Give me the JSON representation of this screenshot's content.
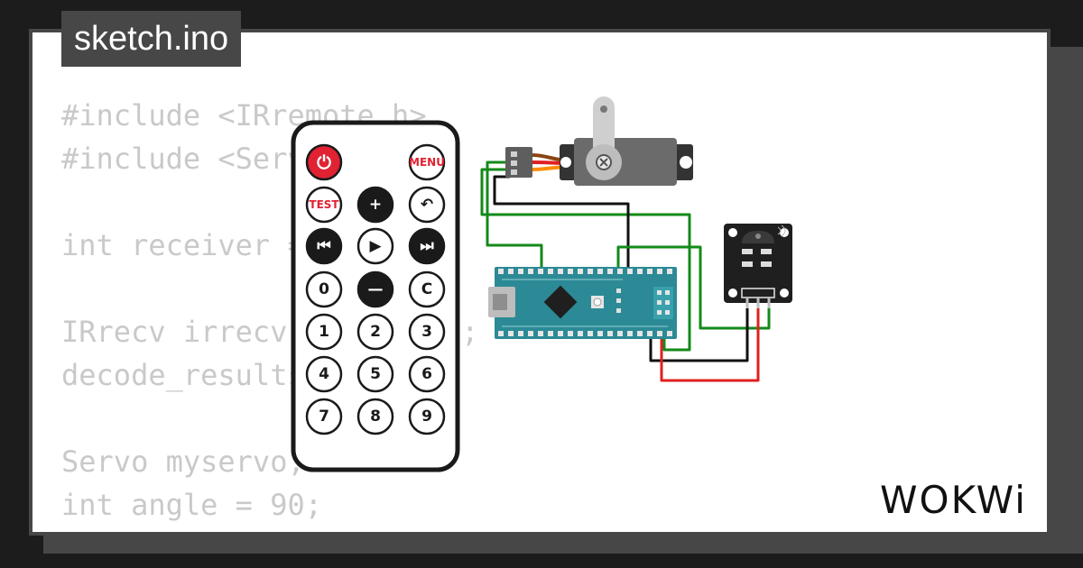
{
  "tab": {
    "title": "sketch.ino"
  },
  "code": {
    "lines": [
      "#include <IRremote.h>",
      "#include <Servo.h>",
      "",
      "int receiver = 2;",
      "",
      "IRrecv irrecv(receiver);",
      "decode_results results;",
      "",
      "Servo myservo;",
      "int angle = 90;"
    ]
  },
  "remote": {
    "buttons": [
      "⏻",
      "MENU",
      "TEST",
      "+",
      "↶",
      "⏮",
      "▶",
      "⏭",
      "0",
      "—",
      "C",
      "1",
      "2",
      "3",
      "4",
      "5",
      "6",
      "7",
      "8",
      "9"
    ]
  },
  "logo": {
    "text": "WOKWi"
  },
  "colors": {
    "frame": "#474747",
    "code_text": "#c9c9c9",
    "arduino_board": "#2b8a95",
    "wire_green": "#138a1a",
    "wire_red": "#e02020",
    "wire_black": "#111111",
    "servo_body": "#6b6b6b",
    "remote_red": "#e02232"
  }
}
